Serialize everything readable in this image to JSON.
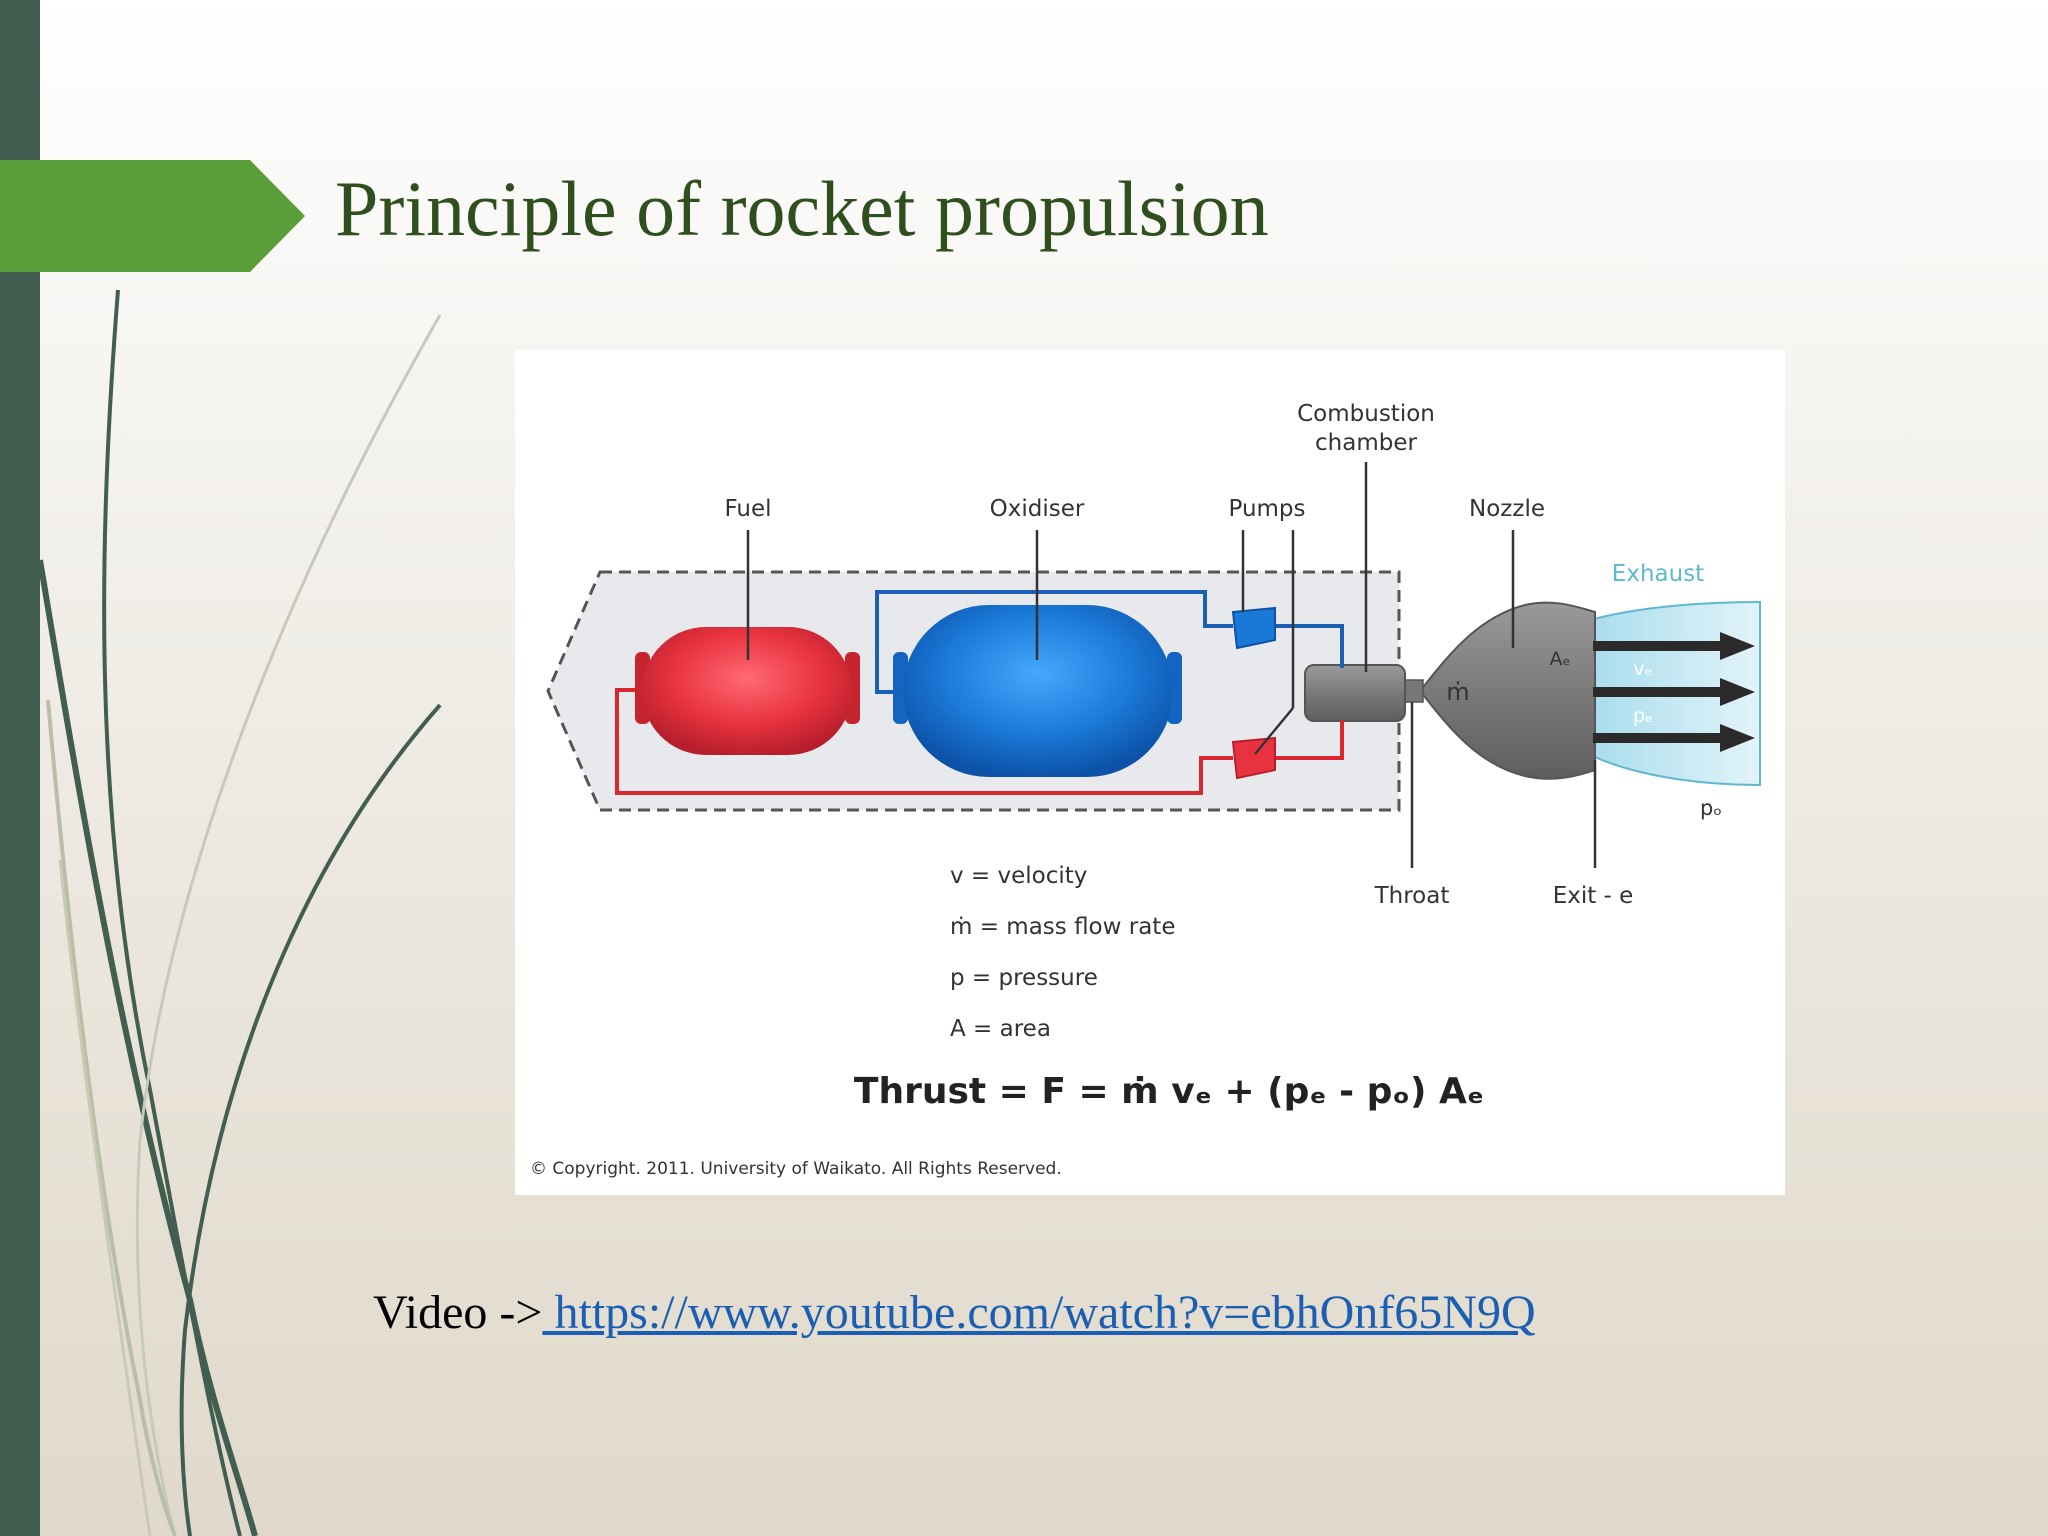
{
  "slide": {
    "title": "Principle of rocket propulsion",
    "video_label": "Video ->",
    "video_url": " https://www.youtube.com/watch?v=ebhOnf65N9Q"
  },
  "diagram": {
    "labels": {
      "combustion_chamber_line1": "Combustion",
      "combustion_chamber_line2": "chamber",
      "fuel": "Fuel",
      "oxidiser": "Oxidiser",
      "pumps": "Pumps",
      "nozzle": "Nozzle",
      "exhaust": "Exhaust",
      "throat": "Throat",
      "exit": "Exit - e",
      "mdot": "ṁ",
      "area_exit": "Aₑ",
      "velocity_exit": "vₑ",
      "pressure_exit": "pₑ",
      "pressure_ambient": "pₒ"
    },
    "legend": [
      "v = velocity",
      "ṁ = mass flow rate",
      "p = pressure",
      "A = area"
    ],
    "equation": "Thrust = F = ṁ vₑ + (pₑ - pₒ) Aₑ",
    "copyright": "© Copyright. 2011. University of Waikato. All Rights Reserved."
  },
  "colors": {
    "sidebar": "#415e51",
    "accent_green": "#5a9e3a",
    "title": "#2f4f1f",
    "fuel_red": "#e8323f",
    "oxidiser_blue": "#1a78d6",
    "exhaust_cyan": "#5fb8cf",
    "link": "#1a5fb4"
  }
}
